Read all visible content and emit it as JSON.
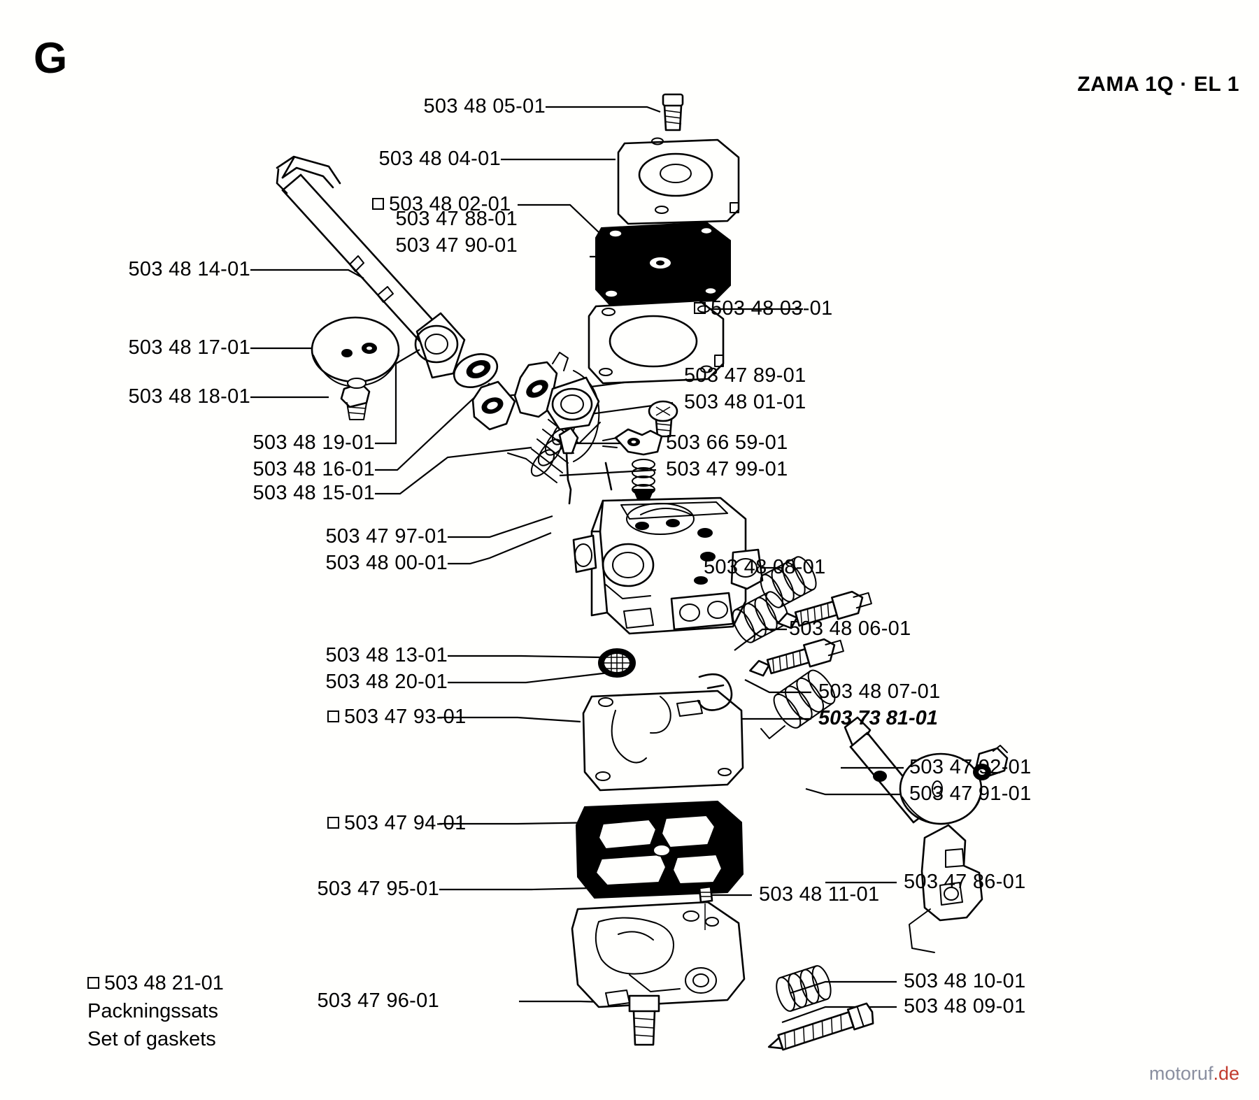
{
  "page": {
    "section_letter": "G",
    "title": "ZAMA 1Q · EL 1",
    "watermark_prefix": "motoruf",
    "watermark_suffix": ".de"
  },
  "gasket_set": {
    "part_no": "503 48 21-01",
    "name_sv": "Packningssats",
    "name_en": "Set of gaskets"
  },
  "callouts": {
    "c_05": "503 48 05-01",
    "c_04": "503 48 04-01",
    "c_02": "503 48 02-01",
    "c_7788": "503 47 88-01",
    "c_7790": "503 47 90-01",
    "c_14": "503 48 14-01",
    "c_17": "503 48 17-01",
    "c_18": "503 48 18-01",
    "c_19": "503 48 19-01",
    "c_16": "503 48 16-01",
    "c_15": "503 48 15-01",
    "c_03": "503 48 03-01",
    "c_7789": "503 47 89-01",
    "c_01": "503 48 01-01",
    "c_6659": "503 66 59-01",
    "c_7799": "503 47 99-01",
    "c_7797": "503 47 97-01",
    "c_00": "503 48 00-01",
    "c_08": "503 48 08-01",
    "c_06": "503 48 06-01",
    "c_07": "503 48 07-01",
    "c_7381": "503 73 81-01",
    "c_13": "503 48 13-01",
    "c_20": "503 48 20-01",
    "c_7793": "503 47 93-01",
    "c_7794": "503 47 94-01",
    "c_7795": "503 47 95-01",
    "c_11": "503 48 11-01",
    "c_7792": "503 47 92-01",
    "c_7791": "503 47 91-01",
    "c_7786": "503 47 86-01",
    "c_7796": "503 47 96-01",
    "c_10": "503 48 10-01",
    "c_09": "503 48 09-01"
  }
}
